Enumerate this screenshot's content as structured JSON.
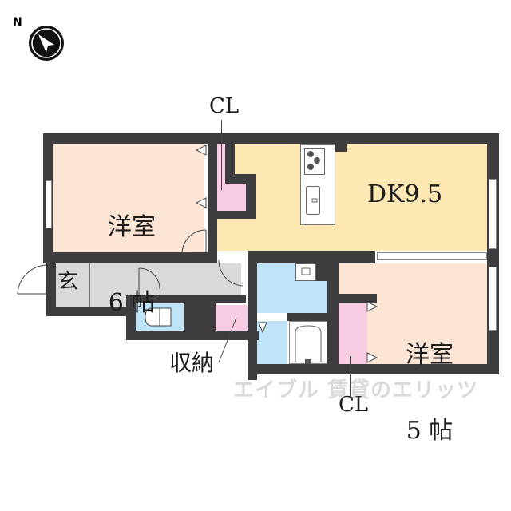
{
  "compass": {
    "letter": "N",
    "icon": "north-arrow-icon"
  },
  "rooms": {
    "western_room_6": {
      "line1": "洋室",
      "line2": "6 帖",
      "color": "#fde5d6"
    },
    "dk": {
      "label": "DK9.5",
      "color": "#fde7b2"
    },
    "western_room_5": {
      "line1": "洋室",
      "line2": "5 帖",
      "color": "#fde5d6"
    },
    "entrance": {
      "label": "玄",
      "color": "#d9d9d9"
    },
    "hallway": {
      "color": "#d9d9d9"
    },
    "toilet": {
      "color": "#bfe3f7"
    },
    "washroom": {
      "color": "#bfe3f7"
    },
    "bathroom": {
      "color": "#bfe3f7"
    }
  },
  "closets": {
    "cl_top": {
      "label": "CL",
      "color": "#f8cce3"
    },
    "cl_bottom": {
      "label": "CL",
      "color": "#f8cce3"
    },
    "storage": {
      "label": "収納",
      "color": "#f8cce3"
    }
  },
  "watermark": {
    "text": "エイブル 賃貸のエリッツ",
    "logo": "eliz"
  },
  "colors": {
    "wall": "#3d3d3f",
    "background": "#ffffff"
  }
}
